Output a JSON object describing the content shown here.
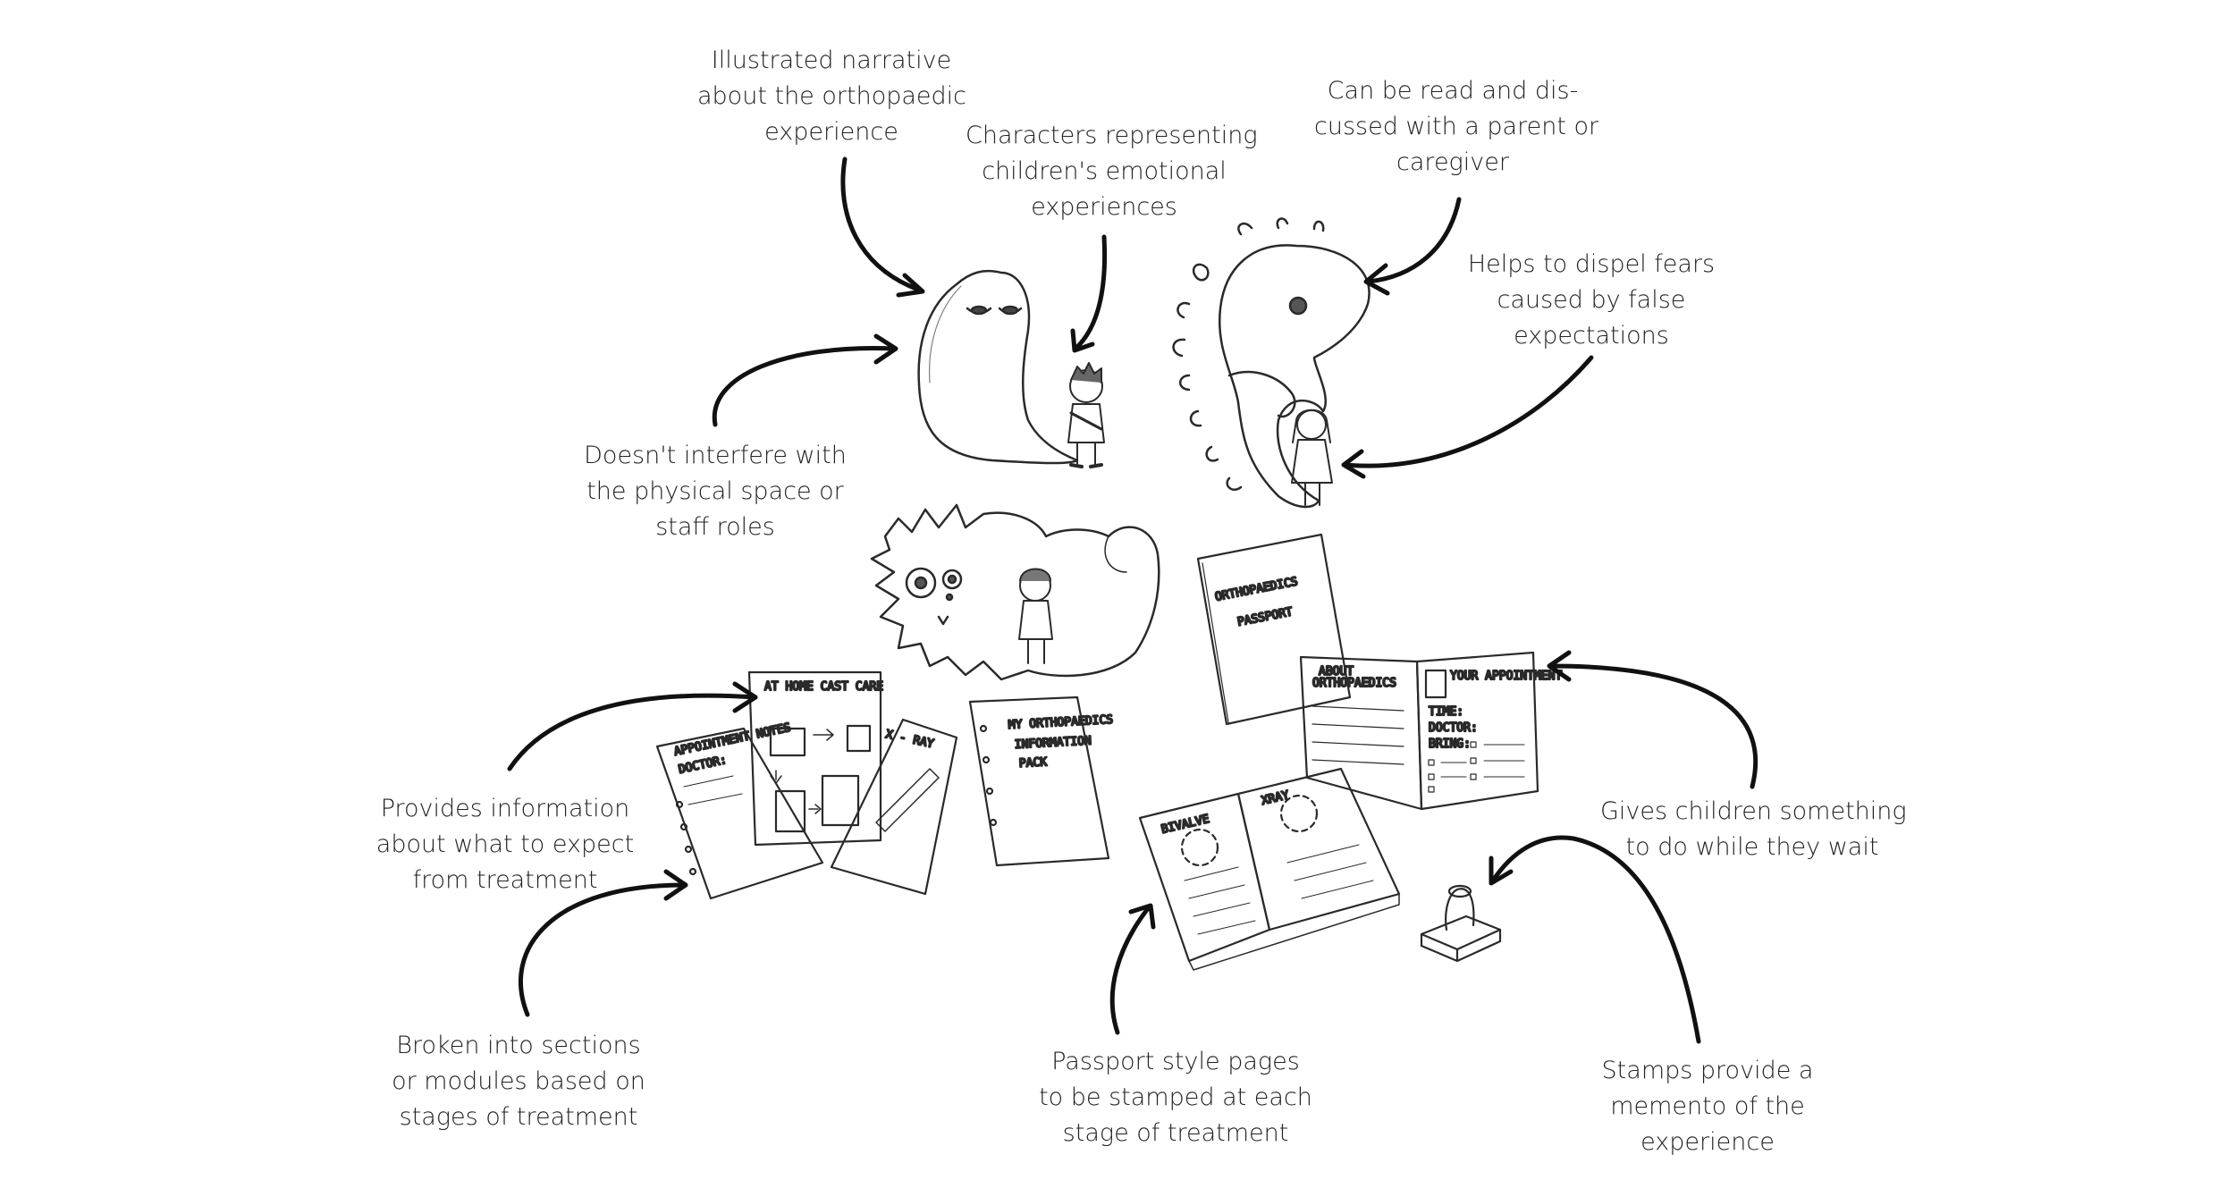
{
  "annotations": {
    "narrative": [
      "Illustrated narrative",
      "about the orthopaedic",
      "experience"
    ],
    "characters": [
      "Characters representing",
      "children's emotional",
      "experiences"
    ],
    "read_discuss": [
      "Can be read and dis-",
      "cussed with a parent or",
      "caregiver"
    ],
    "dispel_fears": [
      "Helps to dispel fears",
      "caused by false",
      "expectations"
    ],
    "no_interfere": [
      "Doesn't interfere with",
      "the physical space or",
      "staff roles"
    ],
    "provides_info": [
      "Provides information",
      "about what to expect",
      "from treatment"
    ],
    "something_to_do": [
      "Gives children something",
      "to do while they wait"
    ],
    "sections": [
      "Broken into sections",
      "or modules based on",
      "stages of treatment"
    ],
    "passport_pages": [
      "Passport style pages",
      "to be stamped at each",
      "stage of treatment"
    ],
    "stamps": [
      "Stamps provide a",
      "memento of the",
      "experience"
    ]
  },
  "sketch_text": {
    "passport_cover": [
      "ORTHOPAEDICS",
      "PASSPORT"
    ],
    "passport_left": [
      "ABOUT",
      "ORTHOPAEDICS"
    ],
    "passport_right": "YOUR APPOINTMENT",
    "passport_fields": [
      "TIME:",
      "DOCTOR:",
      "BRING:"
    ],
    "cast_care": "AT HOME CAST CARE",
    "appointment_notes": "APPOINTMENT NOTES",
    "doctor": "DOCTOR:",
    "xray": "X - RAY",
    "info_pack": [
      "MY ORTHOPAEDICS",
      "INFORMATION",
      "PACK"
    ],
    "stamp_left": "BIVALVE",
    "stamp_right": "XRAY"
  }
}
